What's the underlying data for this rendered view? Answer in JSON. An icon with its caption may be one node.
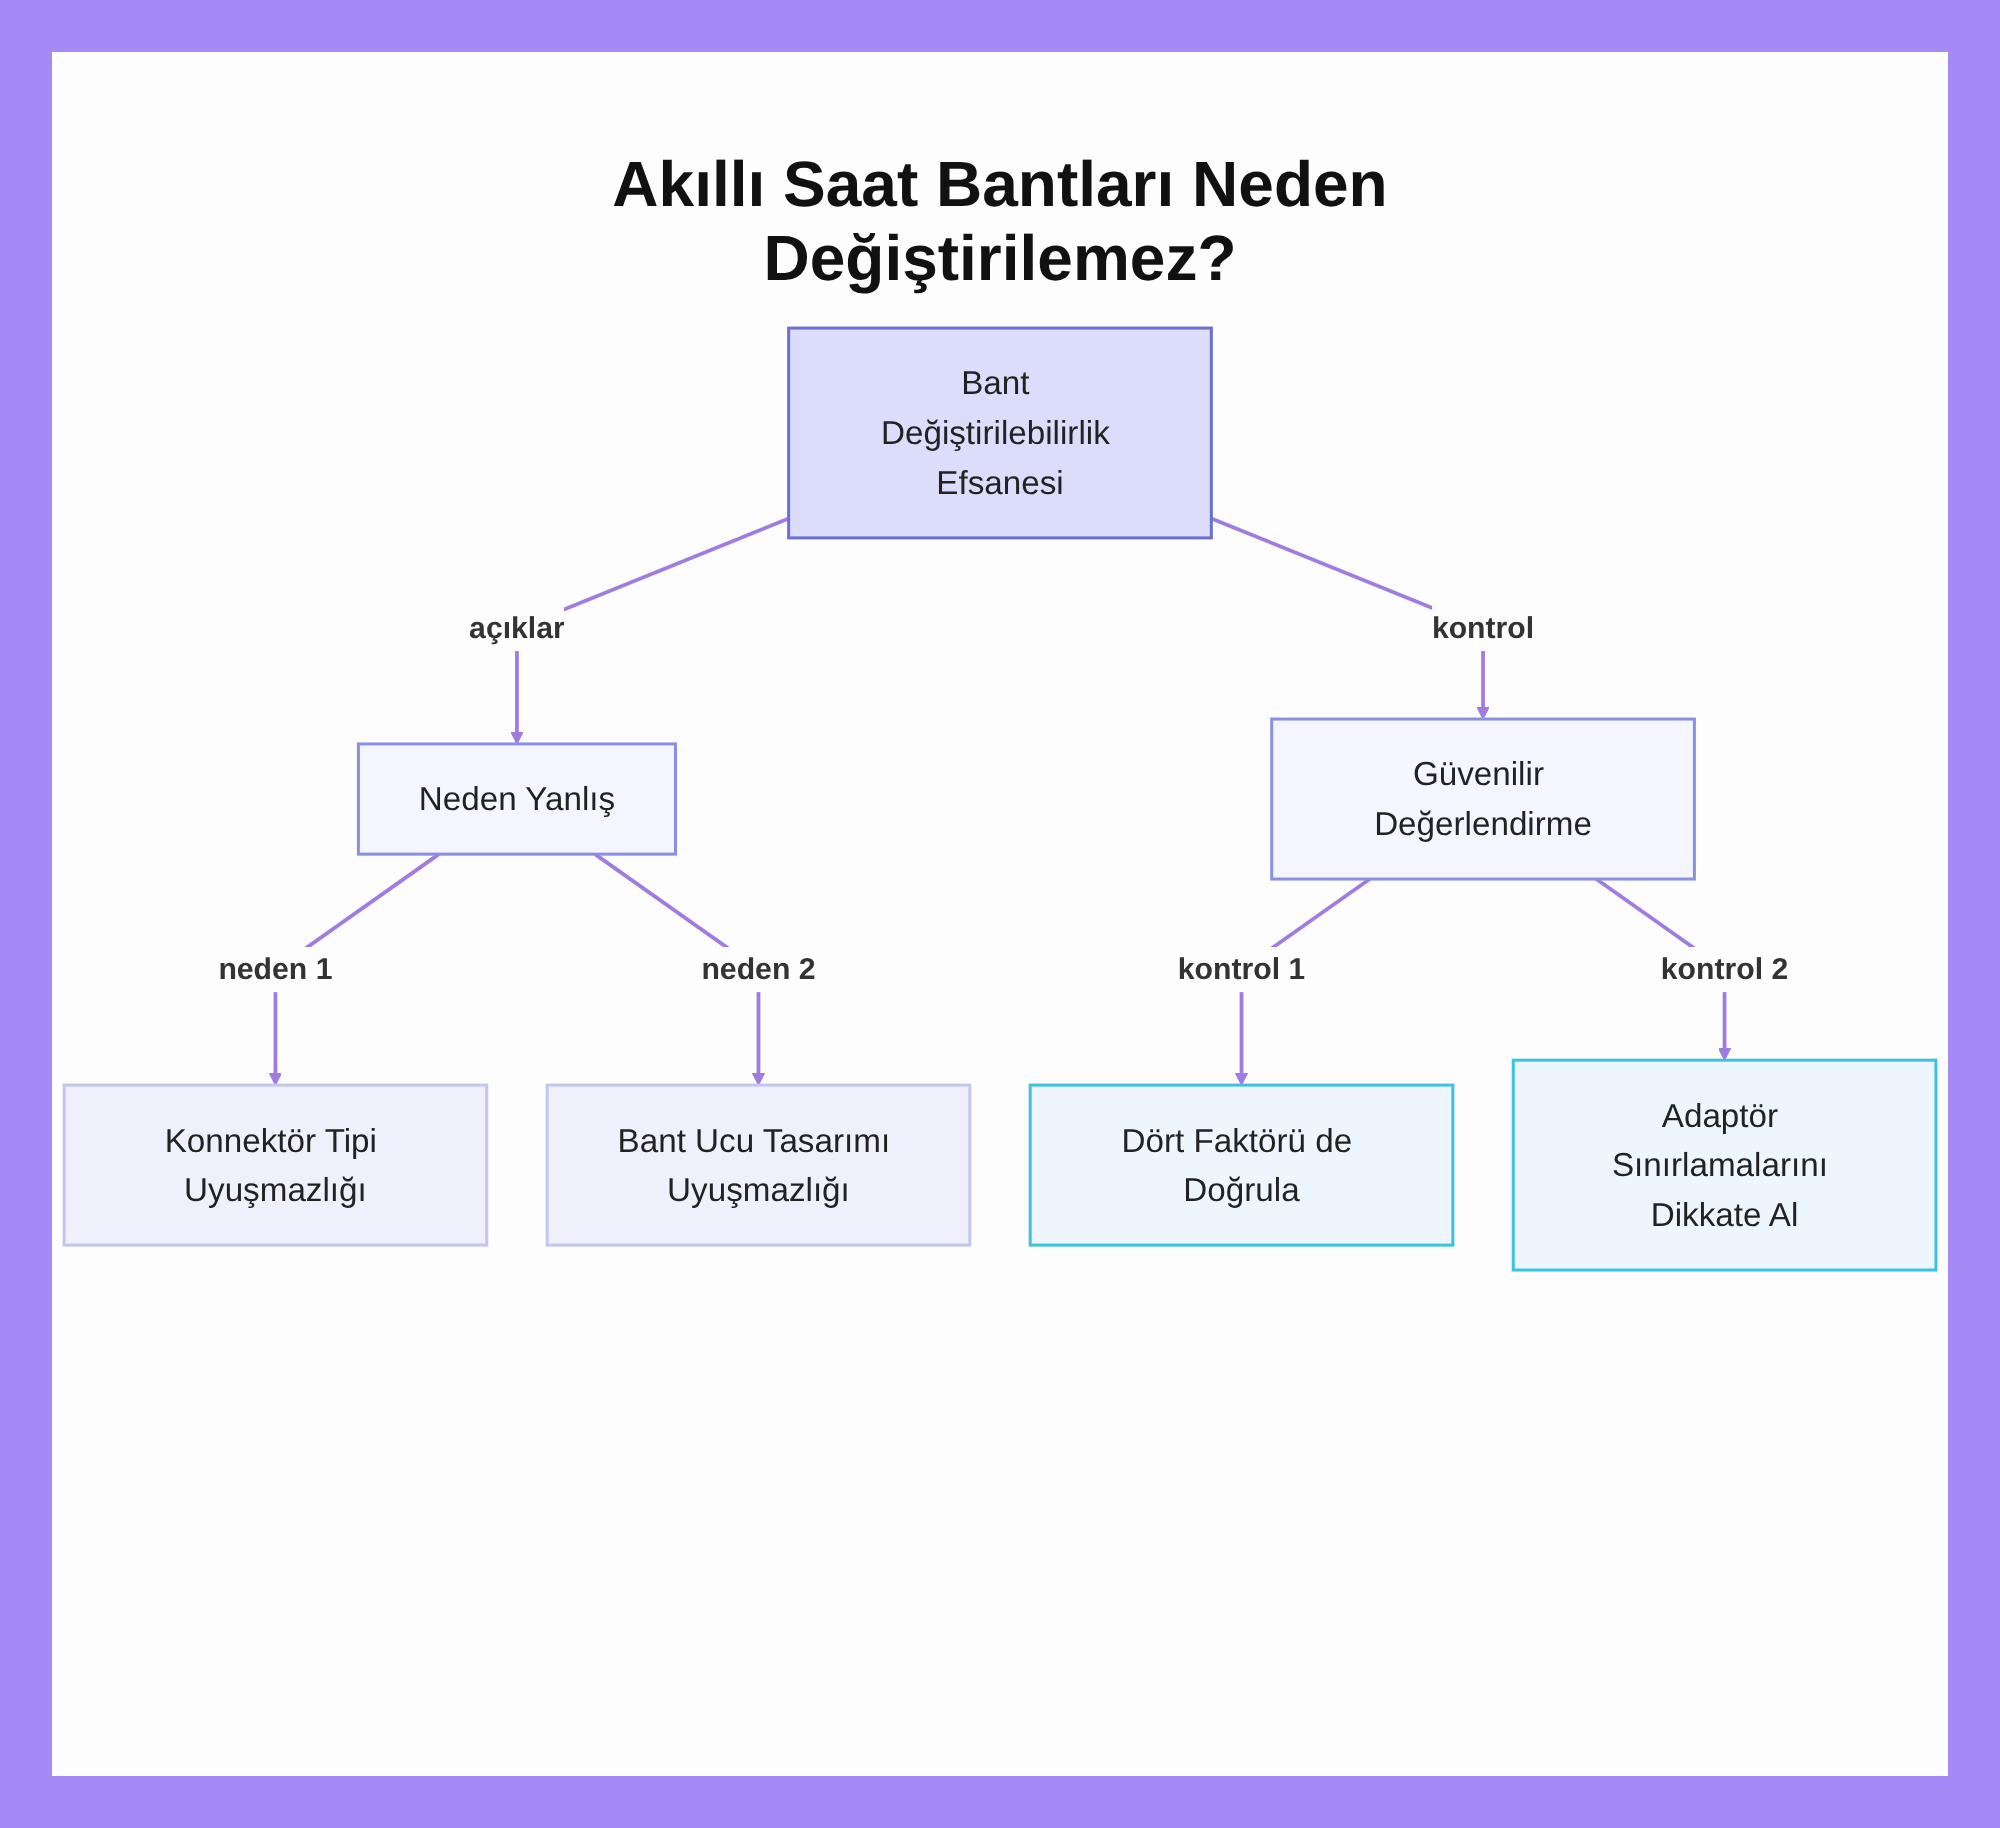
{
  "diagram": {
    "title": "Akıllı Saat Bantları Neden Değiştirilemez?",
    "nodes": [
      {
        "text": [
          "Bant Değiştirilebilirlik Efsanesi"
        ]
      },
      {
        "text": [
          "Neden Yanlış"
        ]
      },
      {
        "text": [
          "Güvenilir Değerlendirme"
        ]
      },
      {
        "text": [
          "Konnektör Tipi Uyuşmazlığı"
        ]
      },
      {
        "text": [
          "Bant Ucu Tasarımı Uyuşmazlığı"
        ]
      },
      {
        "text": [
          "Dört Faktörü de Doğrula"
        ]
      },
      {
        "text": [
          "Adaptör Sınırlamalarını Dikkate Al"
        ]
      }
    ],
    "edges": [
      {
        "from": 0,
        "to": 1,
        "arrow": "to",
        "label": "açıklar"
      },
      {
        "from": 0,
        "to": 2,
        "arrow": "to",
        "label": "kontrol"
      },
      {
        "from": 1,
        "to": 3,
        "arrow": "to",
        "label": "neden 1"
      },
      {
        "from": 1,
        "to": 4,
        "arrow": "to",
        "label": "neden 2"
      },
      {
        "from": 2,
        "to": 5,
        "arrow": "to",
        "label": "kontrol 1"
      },
      {
        "from": 2,
        "to": 6,
        "arrow": "to",
        "label": "kontrol 2"
      }
    ]
  }
}
